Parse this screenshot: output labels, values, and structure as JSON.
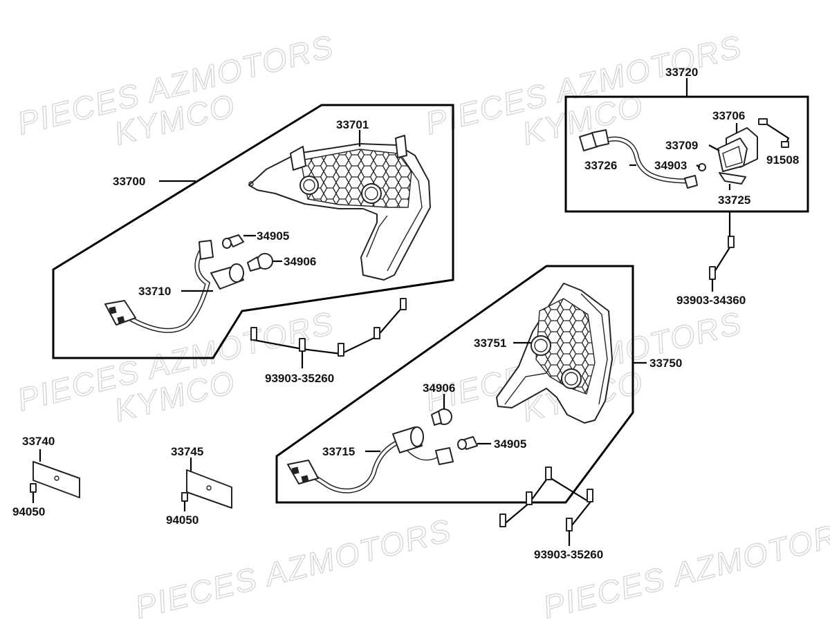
{
  "watermarks": [
    "PIECES AZMOTORS",
    "KYMCO"
  ],
  "parts": {
    "p33700": "33700",
    "p33701": "33701",
    "p34905a": "34905",
    "p34906a": "34906",
    "p33710": "33710",
    "p93903_35260a": "93903-35260",
    "p33720": "33720",
    "p33706": "33706",
    "p33709": "33709",
    "p91508": "91508",
    "p33726": "33726",
    "p34903": "34903",
    "p33725": "33725",
    "p93903_34360": "93903-34360",
    "p33751": "33751",
    "p33750": "33750",
    "p34906b": "34906",
    "p33715": "33715",
    "p34905b": "34905",
    "p93903_35260b": "93903-35260",
    "p33740": "33740",
    "p94050a": "94050",
    "p33745": "33745",
    "p94050b": "94050"
  }
}
